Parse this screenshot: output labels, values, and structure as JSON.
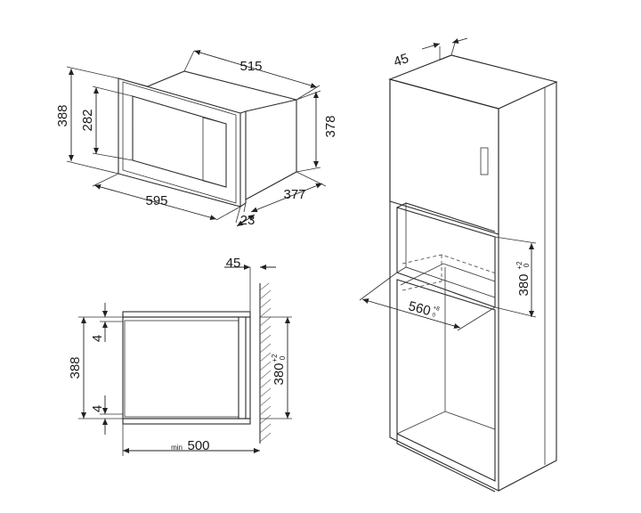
{
  "top_left_view": {
    "width": "515",
    "height_left": "388",
    "height_inner": "282",
    "height_right": "378",
    "front_width": "595",
    "depth": "377",
    "depth_small": "23"
  },
  "bottom_left_view": {
    "top_offset": "45",
    "height": "388",
    "gap_top": "4",
    "gap_bottom": "4",
    "niche_height": "380",
    "niche_tol_plus": "+2",
    "niche_tol_minus": "0",
    "min_prefix": "min",
    "min_depth": "500"
  },
  "right_view": {
    "side": "45",
    "niche_height": "380",
    "niche_tol_plus": "+2",
    "niche_tol_minus": "0",
    "niche_width": "560",
    "niche_width_tol_plus": "+8",
    "niche_width_tol_minus": "0"
  }
}
